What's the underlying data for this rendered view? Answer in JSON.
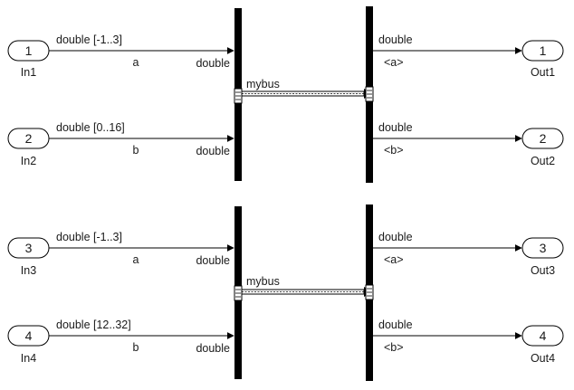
{
  "model": {
    "groups": [
      {
        "inports": [
          {
            "number": "1",
            "name": "In1",
            "signal_type": "double [-1..3]",
            "signal_name": "a",
            "port_label": "double"
          },
          {
            "number": "2",
            "name": "In2",
            "signal_type": "double [0..16]",
            "signal_name": "b",
            "port_label": "double"
          }
        ],
        "bus_label": "mybus",
        "outports": [
          {
            "number": "1",
            "name": "Out1",
            "type_label": "double",
            "signal_name": "<a>"
          },
          {
            "number": "2",
            "name": "Out2",
            "type_label": "double",
            "signal_name": "<b>"
          }
        ]
      },
      {
        "inports": [
          {
            "number": "3",
            "name": "In3",
            "signal_type": "double [-1..3]",
            "signal_name": "a",
            "port_label": "double"
          },
          {
            "number": "4",
            "name": "In4",
            "signal_type": "double [12..32]",
            "signal_name": "b",
            "port_label": "double"
          }
        ],
        "bus_label": "mybus",
        "outports": [
          {
            "number": "3",
            "name": "Out3",
            "type_label": "double",
            "signal_name": "<a>"
          },
          {
            "number": "4",
            "name": "Out4",
            "type_label": "double",
            "signal_name": "<b>"
          }
        ]
      }
    ]
  }
}
